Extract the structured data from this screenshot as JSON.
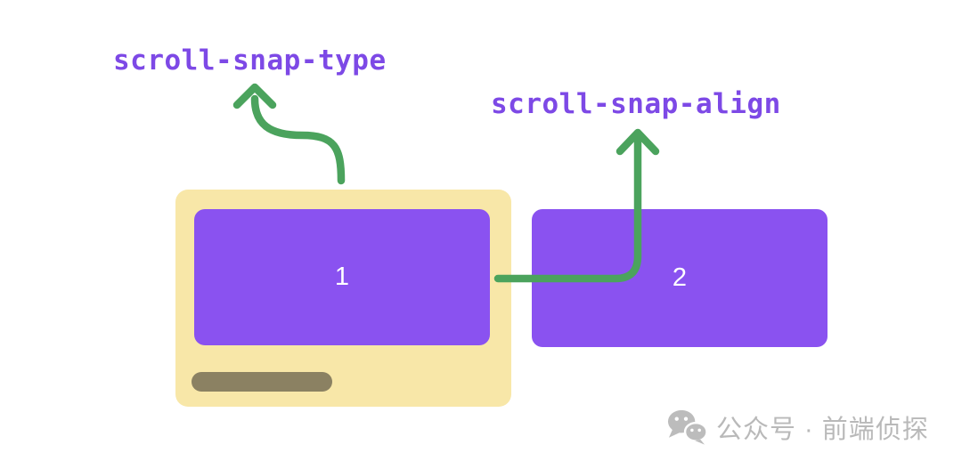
{
  "labels": {
    "snap_type": "scroll-snap-type",
    "snap_align": "scroll-snap-align"
  },
  "scroller": {
    "item1_label": "1",
    "item2_label": "2"
  },
  "watermark": {
    "icon": "wechat-icon",
    "text": "公众号 · 前端侦探"
  },
  "colors": {
    "label_purple": "#7d49e6",
    "box_purple": "#8a52f0",
    "container_yellow": "#f8e7a8",
    "scrollbar_olive": "#8b8162",
    "arrow_green": "#4ba35d",
    "item_number_white": "#ffffff",
    "watermark_gray": "#b9b9b9",
    "background": "#ffffff"
  }
}
